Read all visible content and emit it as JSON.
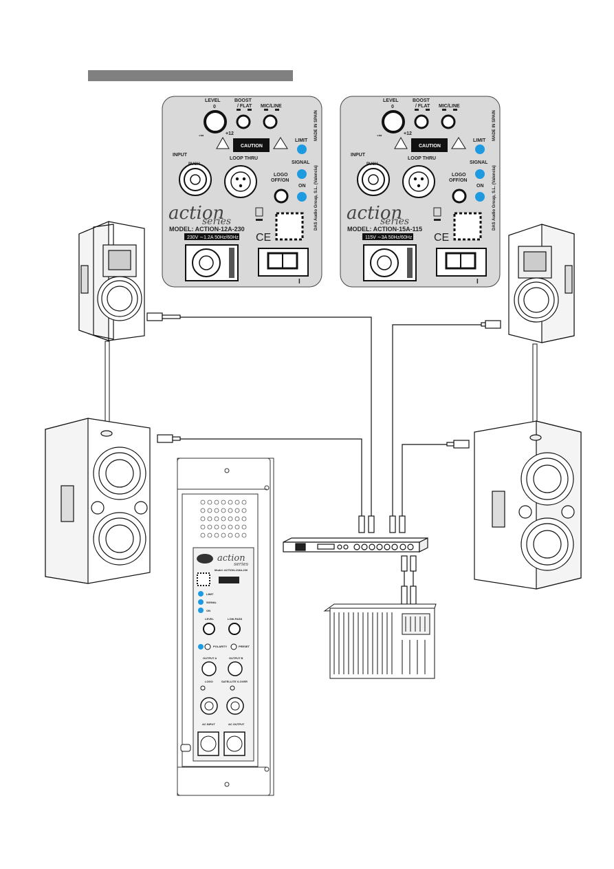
{
  "colors": {
    "led": "#1e9be0",
    "panel": "#d9d9d9",
    "heading_bar": "#808080",
    "line": "#1a1a1a"
  },
  "panel_left": {
    "level": "LEVEL",
    "zero": "0",
    "min": "-∞",
    "max": "+12",
    "boost": "BOOST",
    "flat": "/ FLAT",
    "mic_line": "MIC/LINE",
    "caution": "CAUTION",
    "limit": "LIMIT",
    "signal": "SIGNAL",
    "on": "ON",
    "input": "INPUT",
    "push": "PUSH",
    "loop_thru": "LOOP THRU",
    "logo": "LOGO",
    "off_on": "OFF/ON",
    "brand": "action",
    "brand_sub": "series",
    "model": "MODEL: ACTION-12A-230",
    "power": "230V ∼1.2A 50Hz/60Hz",
    "ce": "CE",
    "made_in": "MADE IN SPAIN",
    "company": "DAS Audio Group, S.L. (Valencia)",
    "switch_mark": "I"
  },
  "panel_right": {
    "level": "LEVEL",
    "zero": "0",
    "min": "-∞",
    "max": "+12",
    "boost": "BOOST",
    "flat": "/ FLAT",
    "mic_line": "MIC/LINE",
    "caution": "CAUTION",
    "limit": "LIMIT",
    "signal": "SIGNAL",
    "on": "ON",
    "input": "INPUT",
    "push": "PUSH",
    "loop_thru": "LOOP THRU",
    "logo": "LOGO",
    "off_on": "OFF/ON",
    "brand": "action",
    "brand_sub": "series",
    "model": "MODEL: ACTION-15A-115",
    "power": "115V ∼3A 50Hz/60Hz",
    "ce": "CE",
    "made_in": "MADE IN SPAIN",
    "company": "DAS Audio Group, S.L. (Valencia)",
    "switch_mark": "I"
  },
  "sub_panel": {
    "brand": "action",
    "brand_sub": "series",
    "model": "Model: ACTION-218A-230",
    "limit": "LIMIT",
    "signal": "SIGNAL",
    "on": "ON",
    "level": "LEVEL",
    "low_pass": "LOW-PASS",
    "polarity": "POLARITY",
    "preset": "PRESET",
    "output_a": "OUTPUT A",
    "output_b": "OUTPUT B",
    "logo": "LOGO",
    "satellite": "SATELLITE X-OVER",
    "ac_input": "AC INPUT",
    "ac_output": "AC OUTPUT"
  }
}
